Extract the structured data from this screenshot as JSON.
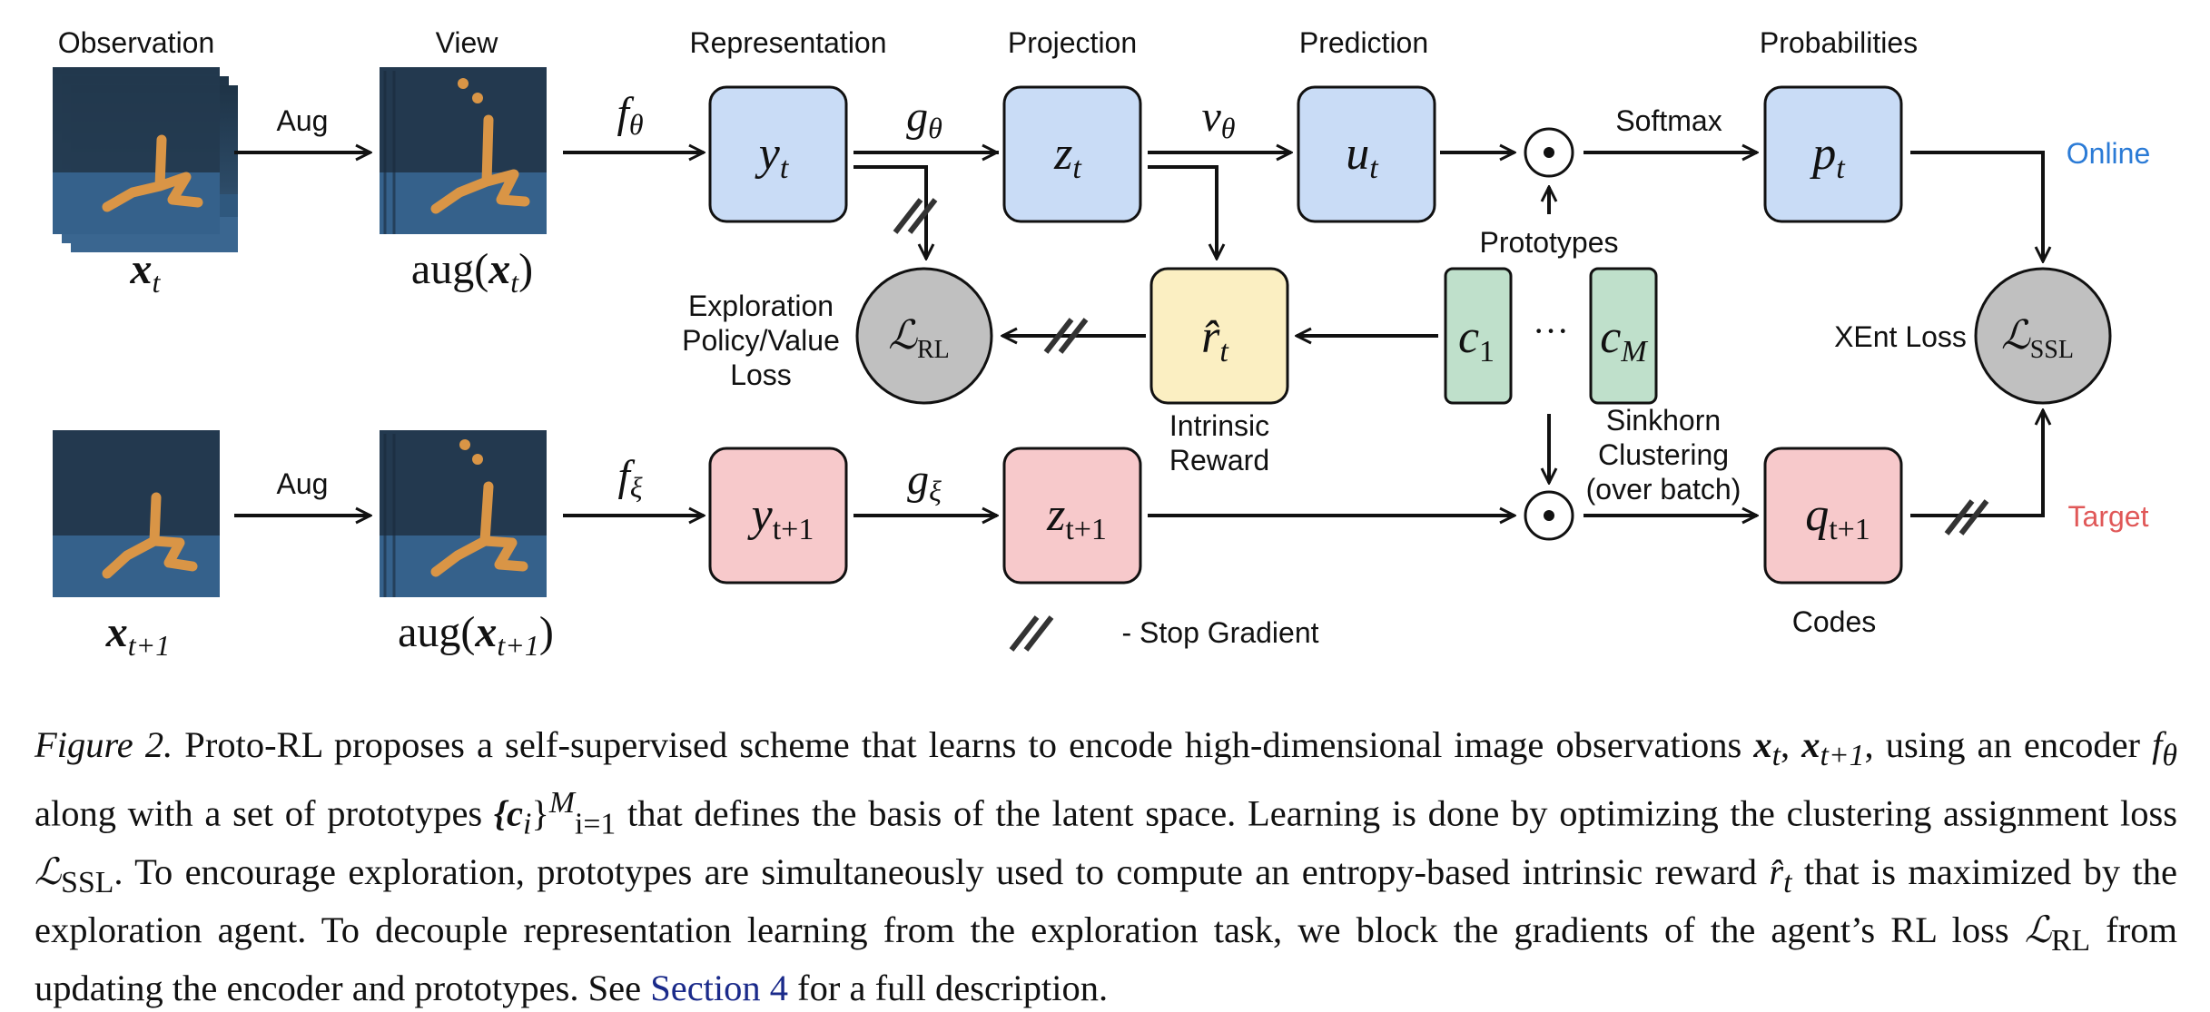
{
  "colors": {
    "online_fill": "#c9dcf6",
    "target_fill": "#f7c9cb",
    "reward_fill": "#fbefc2",
    "prototype_fill": "#bfe0cb",
    "loss_fill": "#c0c0c0",
    "online_text": "#2b7bd6",
    "target_text": "#e05858",
    "link": "#1a2a8a"
  },
  "diagram": {
    "stage_labels": {
      "observation": "Observation",
      "view": "View",
      "representation": "Representation",
      "projection": "Projection",
      "prediction": "Prediction",
      "probabilities": "Probabilities"
    },
    "edge_labels": {
      "aug_top": "Aug",
      "aug_bottom": "Aug",
      "f_theta": "f",
      "f_theta_sub": "θ",
      "f_xi": "f",
      "f_xi_sub": "ξ",
      "g_theta": "g",
      "g_theta_sub": "θ",
      "g_xi": "g",
      "g_xi_sub": "ξ",
      "v_theta": "v",
      "v_theta_sub": "θ",
      "softmax": "Softmax"
    },
    "images": {
      "x_t_label": "x",
      "x_t_sub": "t",
      "aug_x_t_label": "aug(",
      "aug_x_t_var": "x",
      "aug_x_t_sub": "t",
      "aug_x_t_close": ")",
      "x_t1_label": "x",
      "x_t1_sub": "t+1",
      "aug_x_t1_label": "aug(",
      "aug_x_t1_var": "x",
      "aug_x_t1_sub": "t+1",
      "aug_x_t1_close": ")"
    },
    "nodes": {
      "y_t": {
        "var": "y",
        "sub": "t"
      },
      "z_t": {
        "var": "z",
        "sub": "t"
      },
      "u_t": {
        "var": "u",
        "sub": "t"
      },
      "p_t": {
        "var": "p",
        "sub": "t"
      },
      "y_t1": {
        "var": "y",
        "sub": "t+1"
      },
      "z_t1": {
        "var": "z",
        "sub": "t+1"
      },
      "q_t1": {
        "var": "q",
        "sub": "t+1"
      },
      "r_hat": {
        "var": "r̂",
        "sub": "t"
      },
      "c_1": {
        "var": "c",
        "sub": "1"
      },
      "c_M": {
        "var": "c",
        "sub": "M"
      },
      "ellipsis": "···",
      "odot": "⊙",
      "l_rl": {
        "var": "ℒ",
        "sub": "RL"
      },
      "l_ssl": {
        "var": "ℒ",
        "sub": "SSL"
      }
    },
    "annotations": {
      "prototypes": "Prototypes",
      "exploration_line1": "Exploration",
      "exploration_line2": "Policy/Value",
      "exploration_line3": "Loss",
      "intrinsic_line1": "Intrinsic",
      "intrinsic_line2": "Reward",
      "sinkhorn_line1": "Sinkhorn",
      "sinkhorn_line2": "Clustering",
      "sinkhorn_line3": "(over batch)",
      "xent_loss": "XEnt Loss",
      "online": "Online",
      "target": "Target",
      "codes": "Codes",
      "stop_gradient": "- Stop Gradient"
    }
  },
  "caption": {
    "figure_label": "Figure 2.",
    "part1": " Proto-RL proposes a self-supervised scheme that learns to encode high-dimensional image observations ",
    "x_t": "x",
    "x_t_sub": "t",
    "comma": ", ",
    "x_t1": "x",
    "x_t1_sub": "t+1",
    "part2": ", using an encoder ",
    "f": "f",
    "f_sub": "θ",
    "part3": " along with a set of prototypes ",
    "proto_set": "{c",
    "proto_set_sub": "i",
    "proto_set_close": "}",
    "proto_set_range_sup": "M",
    "proto_set_range_sub": "i=1",
    "part4": " that defines the basis of the latent space. Learning is done by optimizing the clustering assignment loss ",
    "l_ssl": "ℒ",
    "l_ssl_sub": "SSL",
    "part5": ". To encourage exploration, prototypes are simultaneously used to compute an entropy-based intrinsic reward ",
    "r_hat": "r̂",
    "r_hat_sub": "t",
    "part6": " that is maximized by the exploration agent. To decouple representation learning from the exploration task, we block the gradients of the agent’s RL loss ",
    "l_rl": "ℒ",
    "l_rl_sub": "RL",
    "part7": " from updating the encoder and prototypes. See ",
    "section_link": "Section 4",
    "part8": " for a full description."
  }
}
